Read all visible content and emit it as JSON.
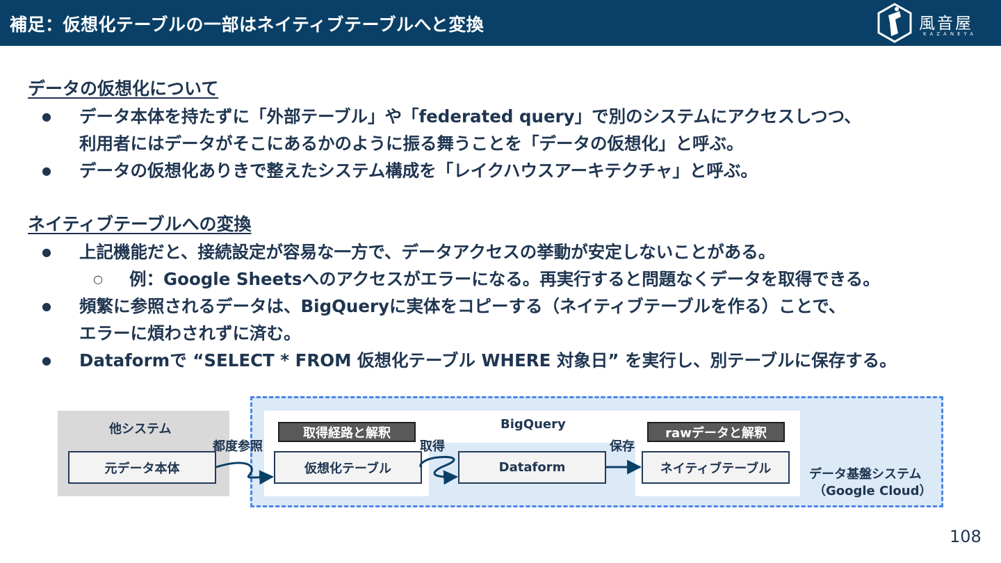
{
  "header": {
    "title": "補足：仮想化テーブルの一部はネイティブテーブルへと変換",
    "logo_text": "風音屋",
    "logo_sub": "KAZANEYA"
  },
  "section1": {
    "heading": "データの仮想化について",
    "bullets": [
      "データ本体を持たずに「外部テーブル」や「federated query」で別のシステムにアクセスしつつ、",
      "利用者にはデータがそこにあるかのように振る舞うことを「データの仮想化」と呼ぶ。",
      "データの仮想化ありきで整えたシステム構成を「レイクハウスアーキテクチャ」と呼ぶ。"
    ]
  },
  "section2": {
    "heading": "ネイティブテーブルへの変換",
    "bullets": [
      "上記機能だと、接続設定が容易な一方で、データアクセスの挙動が安定しないことがある。",
      "例：Google Sheetsへのアクセスがエラーになる。再実行すると問題なくデータを取得できる。",
      "頻繁に参照されるデータは、BigQueryに実体をコピーする（ネイティブテーブルを作る）ことで、",
      "エラーに煩わされずに済む。",
      "Dataformで “SELECT * FROM 仮想化テーブル WHERE 対象日” を実行し、別テーブルに保存する。"
    ],
    "bullet_symbol": "●",
    "sub_bullet_symbol": "○"
  },
  "diagram": {
    "other_system_label": "他システム",
    "source_box": "元データ本体",
    "edge_reference": "都度参照",
    "bigquery_label": "BigQuery",
    "tag_left": "取得経路と解釈",
    "tag_right": "rawデータと解釈",
    "virtual_table": "仮想化テーブル",
    "edge_fetch": "取得",
    "dataform": "Dataform",
    "edge_save": "保存",
    "native_table": "ネイティブテーブル",
    "platform_label_line1": "データ基盤システム",
    "platform_label_line2": "（Google Cloud）",
    "colors": {
      "platform_fill": "#dce9f7",
      "platform_border": "#4a86e8",
      "other_system_fill": "#d9d9d9",
      "arrow": "#0a4067"
    }
  },
  "page_number": "108"
}
